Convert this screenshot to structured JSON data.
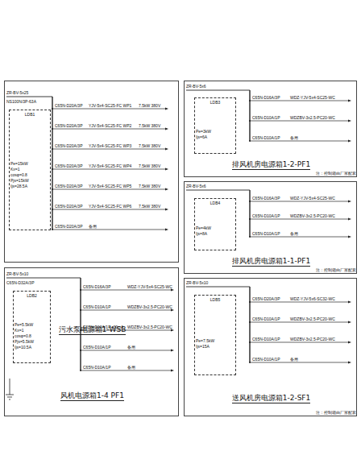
{
  "diagram": {
    "nodes": [
      {
        "text": [
          "污水泵电源箱1-WSB"
        ]
      },
      {
        "text": [
          "LDB1"
        ],
        "in": 0
      },
      {
        "text": [
          "风机电源箱1-4 PF1"
        ]
      },
      {
        "text": [
          "LDB2"
        ],
        "in": 2
      },
      {
        "text": [
          "排风机房电源箱1-2-PF1"
        ]
      },
      {
        "text": [
          "LDB3"
        ],
        "in": 4
      },
      {
        "text": [
          "排风机房电源箱1-1-PF1"
        ]
      },
      {
        "text": [
          "LDB4"
        ],
        "in": 6
      },
      {
        "text": [
          "送风机房电源箱1-2-SF1"
        ]
      },
      {
        "text": [
          "LDB5"
        ],
        "in": 8
      }
    ],
    "labels": [
      "ZR-BV-5x25",
      "NS100N/3P-63A",
      "Pe=15kW",
      "Kx=1",
      "cosφ=0.8",
      "Pjs=15kW",
      "Ijs=28.5A",
      "C65N-D20A/3P",
      "YJV-5x4-SC25-FC WP1",
      "7.5kW 380V",
      "C65N-D20A/3P",
      "YJV-5x4-SC25-FC WP2",
      "7.5kW 380V",
      "C65N-D20A/3P",
      "YJV-5x4-SC25-FC WP3",
      "7.5kW 380V",
      "C65N-D20A/3P",
      "YJV-5x4-SC25-FC WP4",
      "7.5kW 380V",
      "C65N-D20A/3P",
      "YJV-5x4-SC25-FC WP5",
      "7.5kW 380V",
      "C65N-D20A/3P",
      "YJV-5x4-SC25-FC WP6",
      "7.5kW 380V",
      "C65N-D20A/3P",
      "备用",
      "ZR-BV-5x10",
      "C65N-D32A/3P",
      "Pe=5.5kW",
      "Kx=1",
      "cosφ=0.8",
      "Pjs=5.5kW",
      "Ijs=10.5A",
      "C65N-D16A/3P",
      "WDZ-YJV-5x4-SC25-WC",
      "C65N-D10A/1P",
      "WDZBV-3x2.5-PC20-WC",
      "C65N-D10A/1P+30mA",
      "WDZBV-3x2.5-PC20-WC",
      "C65N-D10A/1P",
      "备用",
      "C65N-D10A/1P",
      "备用",
      "ZR-BV-5x6",
      "Pe=3kW",
      "Ijs=6A",
      "C65N-D16A/3P",
      "WDZ-YJV-5x4-SC25-WC",
      "C65N-D10A/1P",
      "WDZBV-3x2.5-PC20-WC",
      "C65N-D10A/1P",
      "备用",
      "注：控制箱由厂家配套",
      "ZR-BV-5x6",
      "Pe=4kW",
      "Ijs=8A",
      "C65N-D16A/3P",
      "WDZ-YJV-5x4-SC25-WC",
      "C65N-D10A/1P",
      "WDZBV-3x2.5-PC20-WC",
      "C65N-D10A/1P",
      "备用",
      "注：控制箱由厂家配套",
      "ZR-BV-5x10",
      "Pe=7.5kW",
      "Ijs=15A",
      "C65N-D20A/3P",
      "WDZ-YJV-5x6-SC32-WC",
      "C65N-D10A/1P",
      "WDZBV-3x2.5-PC20-WC",
      "C65N-D10A/1P",
      "WDZBV-3x2.5-PC20-WC",
      "C65N-D10A/1P",
      "备用",
      "注：控制箱由厂家配套"
    ]
  }
}
